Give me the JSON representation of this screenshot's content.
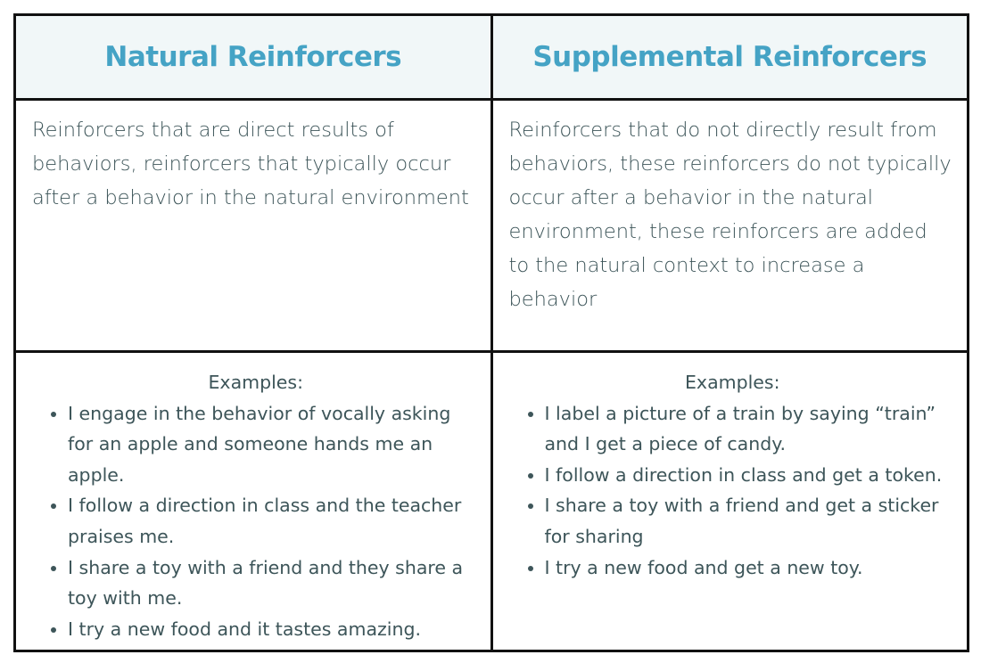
{
  "columns": [
    {
      "title": "Natural Reinforcers",
      "definition": "Reinforcers that are direct results of behaviors, reinforcers that typically occur after a behavior in the natural environment",
      "examples_label": "Examples:",
      "examples": [
        "I engage in the behavior of vocally asking for an apple and someone hands me an apple.",
        "I follow a direction in class and the teacher praises me.",
        "I share a toy with a friend and they share a toy with me.",
        "I try a new food and it tastes amazing."
      ]
    },
    {
      "title": "Supplemental Reinforcers",
      "definition": "Reinforcers that do not directly result from behaviors, these reinforcers do not typically occur after a behavior in the natural environment, these reinforcers are added to the natural context to increase a behavior",
      "examples_label": "Examples:",
      "examples": [
        "I label a picture of a train by saying “train” and I get a piece of candy.",
        "I follow a direction in class and get a token.",
        "I share a toy with a friend and get a sticker for sharing",
        "I try a new food and get a new toy."
      ]
    }
  ]
}
